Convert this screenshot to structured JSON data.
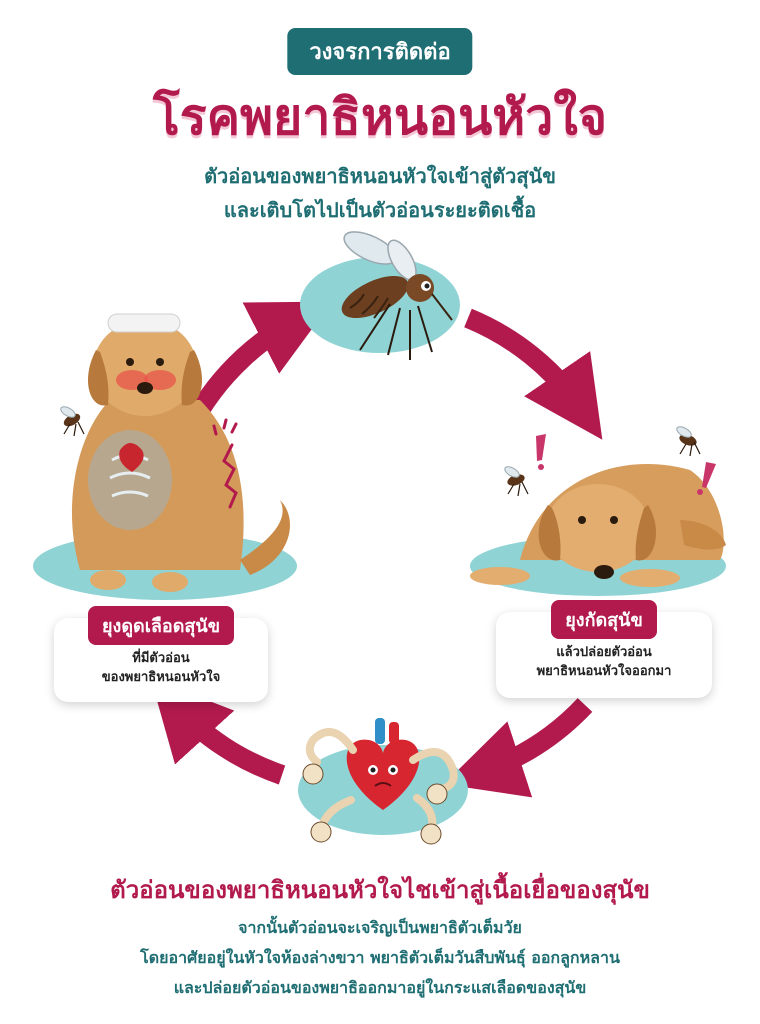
{
  "header": {
    "badge": "วงจรการติดต่อ",
    "title": "โรคพยาธิหนอนหัวใจ",
    "subtitle_line1": "ตัวอ่อนของพยาธิหนอนหัวใจเข้าสู่ตัวสุนัข",
    "subtitle_line2": "และเติบโตไปเป็นตัวอ่อนระยะติดเชื้อ"
  },
  "left_card": {
    "heading": "ยุงดูดเลือดสุนัข",
    "line1": "ที่มีตัวอ่อน",
    "line2": "ของพยาธิหนอนหัวใจ"
  },
  "right_card": {
    "heading": "ยุงกัดสุนัข",
    "line1": "แล้วปล่อยตัวอ่อน",
    "line2": "พยาธิหนอนหัวใจออกมา"
  },
  "footer": {
    "title": "ตัวอ่อนของพยาธิหนอนหัวใจไชเข้าสู่เนื้อเยื่อของสุนัข",
    "line1": "จากนั้นตัวอ่อนจะเจริญเป็นพยาธิตัวเต็มวัย",
    "line2": "โดยอาศัยอยู่ในหัวใจห้องล่างขวา พยาธิตัวเต็มวันสืบพันธุ์ ออกลูกหลาน",
    "line3": "และปล่อยตัวอ่อนของพยาธิออกมาอยู่ในกระแสเลือดของสุนัข"
  },
  "colors": {
    "brand_crimson": "#b21a4d",
    "brand_teal": "#1f6e73",
    "blob_teal": "#8fd3d5"
  },
  "icons": [
    "mosquito-icon",
    "heart-worm-icon",
    "dog-sick-icon",
    "dog-lying-icon",
    "alert-icon"
  ]
}
